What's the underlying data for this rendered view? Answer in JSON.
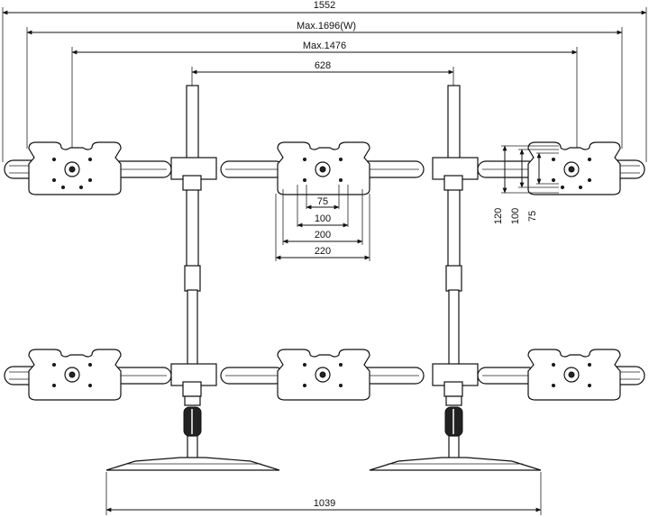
{
  "dimensions": {
    "overall_width": "1552",
    "max_width": "Max.1696(W)",
    "max_pole_span": "Max.1476",
    "pole_distance": "628",
    "vesa_75_h": "75",
    "vesa_100_h": "100",
    "vesa_200_h": "200",
    "vesa_220_h": "220",
    "vesa_120_v": "120",
    "vesa_100_v": "100",
    "vesa_75_v": "75",
    "base_span": "1039"
  }
}
